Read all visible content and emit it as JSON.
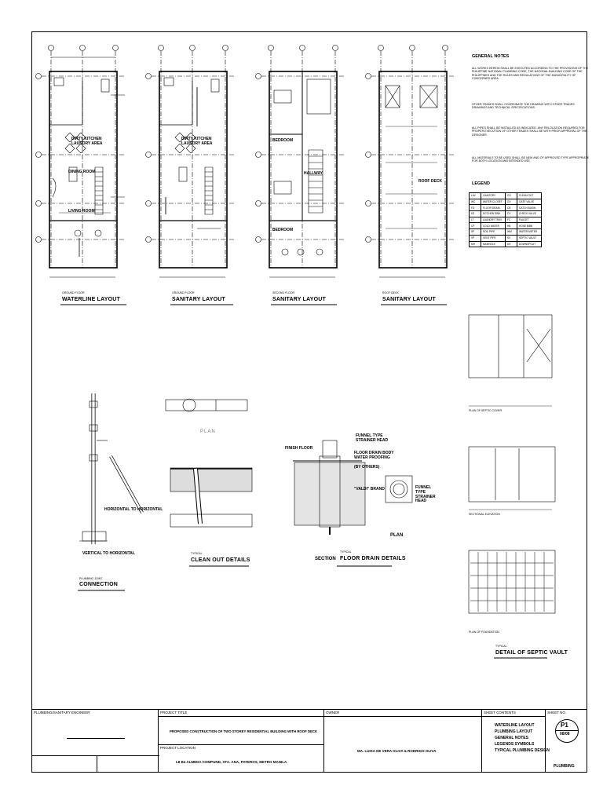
{
  "drawings": {
    "plans": [
      {
        "floor": "GROUND FLOOR",
        "title": "WATERLINE LAYOUT"
      },
      {
        "floor": "GROUND FLOOR",
        "title": "SANITARY LAYOUT"
      },
      {
        "floor": "SECOND FLOOR",
        "title": "SANITARY LAYOUT"
      },
      {
        "floor": "ROOF DECK",
        "title": "SANITARY LAYOUT"
      }
    ],
    "room_labels": {
      "dirty_kitchen": "DIRTY KITCHEN",
      "laundry_area": "LAUNDRY AREA",
      "dining_room": "DINING ROOM",
      "living_room": "LIVING ROOM",
      "bedroom": "BEDROOM",
      "hallway": "HALLWAY",
      "roof_deck": "ROOF DECK"
    },
    "details": {
      "connection_caption": "PLUMBING JOINT",
      "connection_title": "CONNECTION",
      "horizontal": "HORIZONTAL TO HORIZONTAL",
      "vertical": "VERTICAL TO HORIZONTAL",
      "clean_out_caption": "TYPICAL",
      "clean_out_title": "CLEAN OUT DETAILS",
      "clean_out_plan": "PLAN",
      "floor_drain_caption": "TYPICAL",
      "floor_drain_title": "FLOOR DRAIN DETAILS",
      "floor_drain_section": "SECTION",
      "floor_drain_plan": "PLAN",
      "funnel_type": "FUNNEL TYPE",
      "strainer_head": "STRAINER HEAD",
      "finish_floor": "FINISH FLOOR",
      "floor_drain_body": "FLOOR DRAIN BODY",
      "water_proofing": "WATER PROOFING",
      "by_others": "(BY OTHERS)",
      "valdi": "\"VALDI\" BRAND",
      "funnel_type_strainer": "FUNNEL TYPE STRAINER HEAD",
      "septic_caption": "TYPICAL",
      "septic_title": "DETAIL OF SEPTIC VAULT",
      "plan_septic_cover": "PLAN OF SEPTIC COVER",
      "section_septic": "SECTIONAL ELEVATION",
      "plan_foundation": "PLAN OF FOUNDATION"
    }
  },
  "general_notes": {
    "heading": "GENERAL NOTES",
    "items": [
      "ALL WORKS HEREIN SHALL BE EXECUTED ACCORDING TO THE PROVISIONS OF THE PHILIPPINE NATIONAL PLUMBING CODE, THE NATIONAL BUILDING CODE OF THE PHILIPPINES AND THE RULES AND REGULATIONS OF THE MUNICIPALITY OF CONCERNED AREA.",
      "OTHER TRADES SHALL COORDINATE THE DRAWING WITH OTHER TRADES DRAWINGS AND TECHNICAL SPECIFICATIONS.",
      "ALL PIPES SHALL BE INSTALLED AS INDICATED. ANY RELOCATION REQUIRED FOR PROPER EXECUTION OF OTHER TRADES SHALL BE WITH PRIOR APPROVAL OF THE DESIGNER.",
      "ALL MATERIALS TO BE USED SHALL BE NEW AND OF APPROVED TYPE APPROPRIATE FOR BOTH LOCATION AND INTENDED USE."
    ]
  },
  "legend": {
    "heading": "LEGEND",
    "rows": [
      [
        "LAV",
        "LAVATORY",
        "CO",
        "CLEAN OUT"
      ],
      [
        "WC",
        "WATER CLOSET",
        "GV",
        "GATE VALVE"
      ],
      [
        "FD",
        "FLOOR DRAIN",
        "CB",
        "CATCH BASIN"
      ],
      [
        "KS",
        "KITCHEN SINK",
        "CV",
        "CHECK VALVE"
      ],
      [
        "LT",
        "LAUNDRY TRAY",
        "FC",
        "FAUCET"
      ],
      [
        "CP",
        "COLD WATER",
        "HB",
        "HOSE BIBB"
      ],
      [
        "SP",
        "SOIL PIPE",
        "WM",
        "WATER METER"
      ],
      [
        "VP",
        "VENT PIPE",
        "SV",
        "SEPTIC VAULT"
      ],
      [
        "MH",
        "MANHOLE",
        "DS",
        "DOWNSPOUT"
      ]
    ]
  },
  "title_block": {
    "engineer_label": "PLUMBING/SANITARY ENGINEER",
    "project_title_label": "PROJECT TITLE",
    "project_title": "PROPOSED CONSTRUCTION OF TWO STOREY RESIDENTIAL BUILDING WITH ROOF DECK",
    "project_location_label": "PROJECT LOCATION",
    "project_location": "L8 B4 ALMEDA COMPUND, STA. ANA, PATEROS, METRO MANILA",
    "owner_label": "OWNER",
    "owner": "MA.  LUISA DE VERA OLIVA & RODRIGO OLIVA",
    "sheet_contents_label": "SHEET CONTENTS",
    "sheet_contents": [
      "WATERLINE LAYOUT",
      "PLUMBING LAYOUT",
      "GENERAL NOTES",
      "LEGENDS SYMBOLS",
      "TYPICAL PLUMBING DESIGN"
    ],
    "sheet_no_label": "SHEET NO.",
    "sheet_code": "P1",
    "sheet_count": "08/08",
    "discipline": "PLUMBING"
  }
}
